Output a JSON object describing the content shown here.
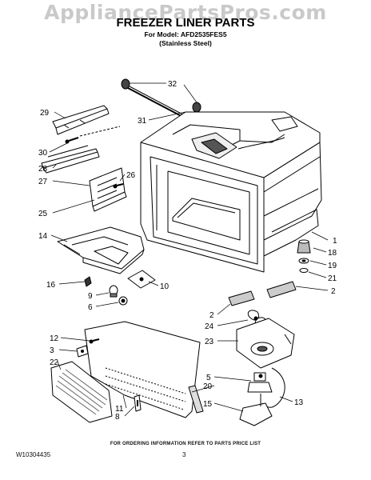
{
  "watermark": "AppliancePartsPros.com",
  "title": "FREEZER LINER PARTS",
  "subtitle_model": "For Model: AFD2535FES5",
  "subtitle_finish": "(Stainless Steel)",
  "footer_note": "FOR ORDERING INFORMATION REFER TO PARTS PRICE LIST",
  "doc_id": "W10304435",
  "page_number": "3",
  "callouts": [
    "32",
    "31",
    "29",
    "30",
    "26",
    "28",
    "27",
    "25",
    "14",
    "1",
    "18",
    "19",
    "21",
    "16",
    "10",
    "9",
    "6",
    "2",
    "2",
    "24",
    "23",
    "12",
    "3",
    "22",
    "5",
    "20",
    "13",
    "11",
    "8",
    "15"
  ]
}
